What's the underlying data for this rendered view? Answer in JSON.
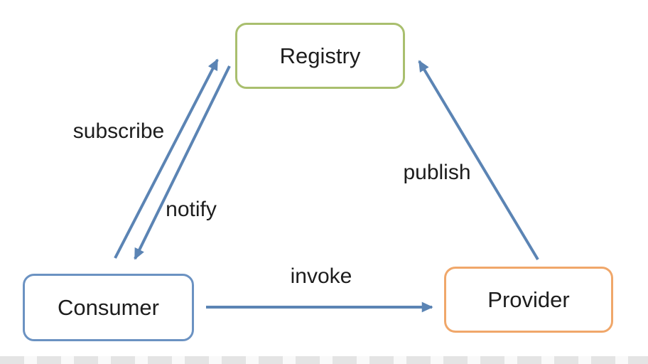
{
  "diagram": {
    "nodes": {
      "registry": {
        "label": "Registry"
      },
      "consumer": {
        "label": "Consumer"
      },
      "provider": {
        "label": "Provider"
      }
    },
    "edges": {
      "subscribe": {
        "label": "subscribe",
        "from": "Consumer",
        "to": "Registry"
      },
      "notify": {
        "label": "notify",
        "from": "Registry",
        "to": "Consumer"
      },
      "publish": {
        "label": "publish",
        "from": "Provider",
        "to": "Registry"
      },
      "invoke": {
        "label": "invoke",
        "from": "Consumer",
        "to": "Provider"
      }
    },
    "colors": {
      "arrow_blue": "#5b84b4",
      "registry_border": "#a9bf6e",
      "consumer_border": "#6b92c2",
      "provider_border": "#f0a76a",
      "text": "#1d1d1d"
    }
  }
}
